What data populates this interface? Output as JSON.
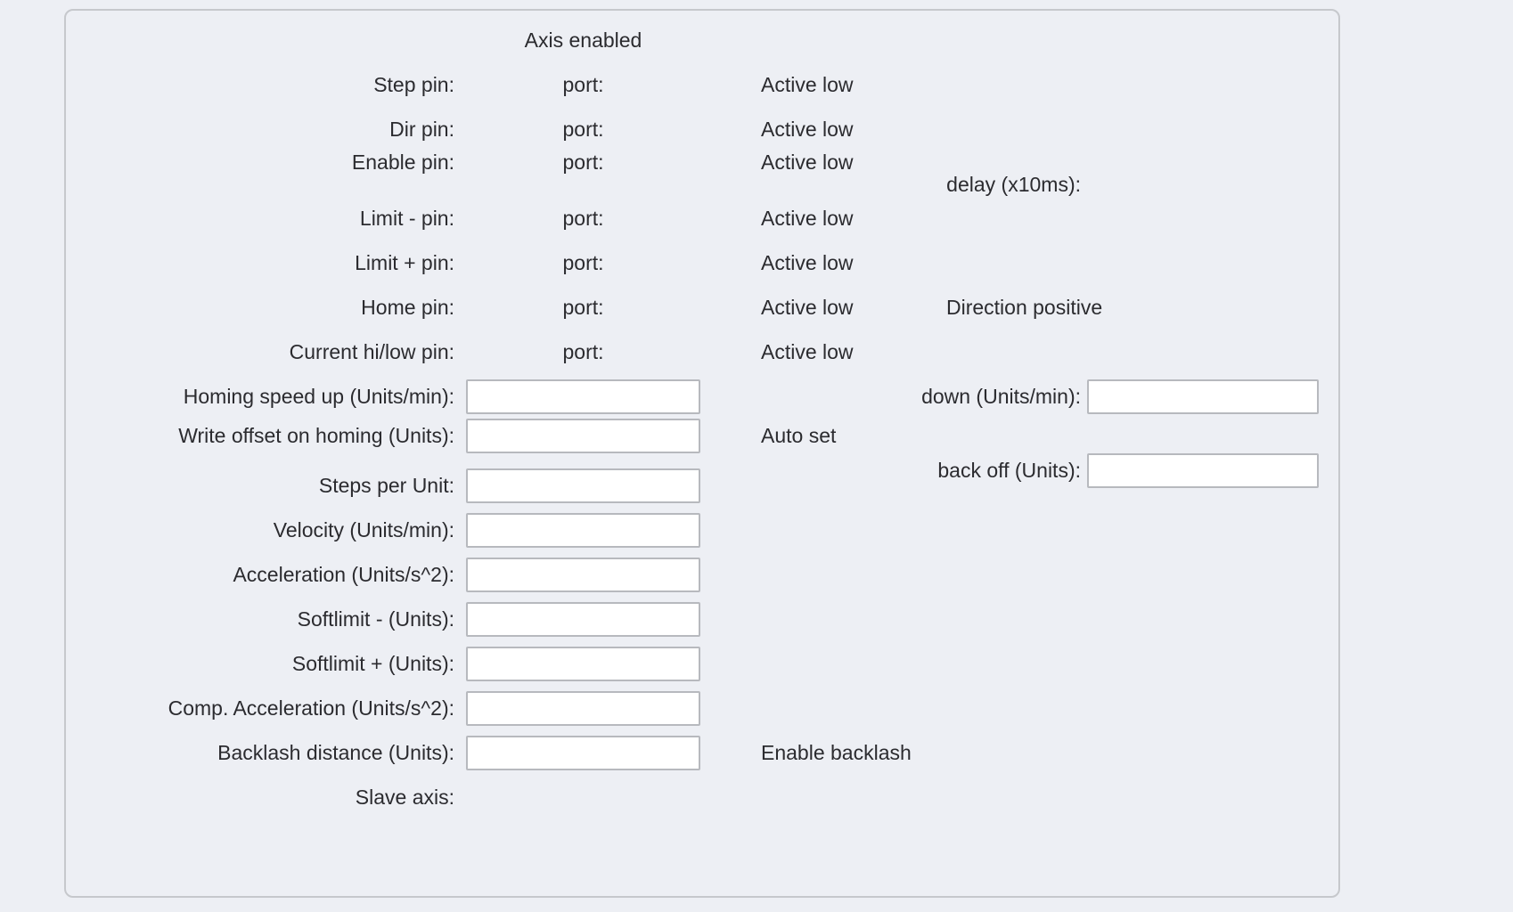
{
  "window": {
    "background_color": "#edeff4"
  },
  "colors": {
    "text": "#2b2b2f",
    "panel_border": "#c6c8cc",
    "input_border": "#b7b9be",
    "input_background": "#ffffff"
  },
  "panel": {
    "header_label": "Axis enabled",
    "entry_value": "",
    "pin_rows": [
      {
        "label": "Step pin:",
        "port_label": "port:",
        "active_label": "Active low"
      },
      {
        "label": "Dir pin:",
        "port_label": "port:",
        "active_label": "Active low"
      },
      {
        "label": "Enable pin:",
        "port_label": "port:",
        "active_label": "Active low",
        "delay_label": "delay (x10ms):"
      },
      {
        "label": "Limit - pin:",
        "port_label": "port:",
        "active_label": "Active low"
      },
      {
        "label": "Limit + pin:",
        "port_label": "port:",
        "active_label": "Active low"
      },
      {
        "label": "Home pin:",
        "port_label": "port:",
        "active_label": "Active low",
        "direction_label": "Direction positive"
      },
      {
        "label": "Current hi/low pin:",
        "port_label": "port:",
        "active_label": "Active low"
      }
    ],
    "value_rows": [
      {
        "label": "Homing speed up (Units/min):",
        "right_label": "down (Units/min):"
      },
      {
        "label": "Write offset on homing (Units):",
        "mid_label": "Auto set",
        "right_label": "back off (Units):"
      },
      {
        "label": "Steps per Unit:"
      },
      {
        "label": "Velocity (Units/min):"
      },
      {
        "label": "Acceleration (Units/s^2):"
      },
      {
        "label": "Softlimit - (Units):"
      },
      {
        "label": "Softlimit + (Units):"
      },
      {
        "label": "Comp. Acceleration (Units/s^2):"
      },
      {
        "label": "Backlash distance (Units):",
        "mid_label": "Enable backlash"
      },
      {
        "label": "Slave axis:"
      }
    ]
  }
}
